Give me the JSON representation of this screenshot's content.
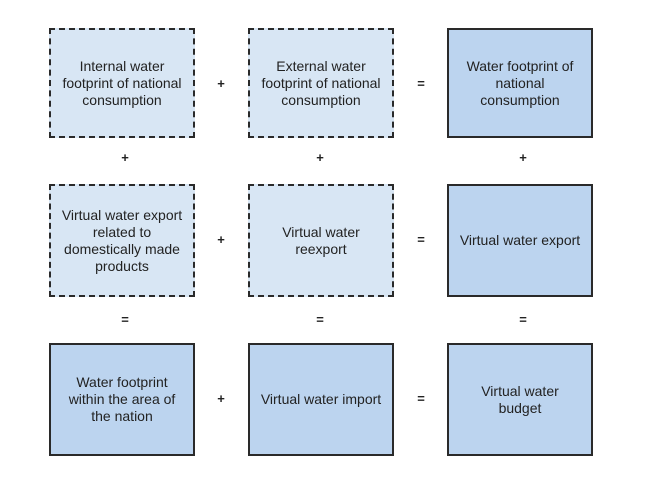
{
  "boxes": {
    "internal_wf": "Internal water footprint of national consumption",
    "external_wf": "External water footprint of national consumption",
    "wf_national_consumption": "Water footprint of national consumption",
    "vw_export_domestic": "Virtual water export related to domestically made products",
    "vw_reexport": "Virtual water reexport",
    "vw_export": "Virtual water export",
    "wf_area_nation": "Water footprint within the area of the nation",
    "vw_import": "Virtual water import",
    "vw_budget": "Virtual water budget"
  },
  "operators": {
    "plus": "+",
    "equals": "="
  },
  "colors": {
    "dashed_fill": "#d8e6f4",
    "solid_fill": "#bcd4ef",
    "border": "#2a2a2a"
  }
}
